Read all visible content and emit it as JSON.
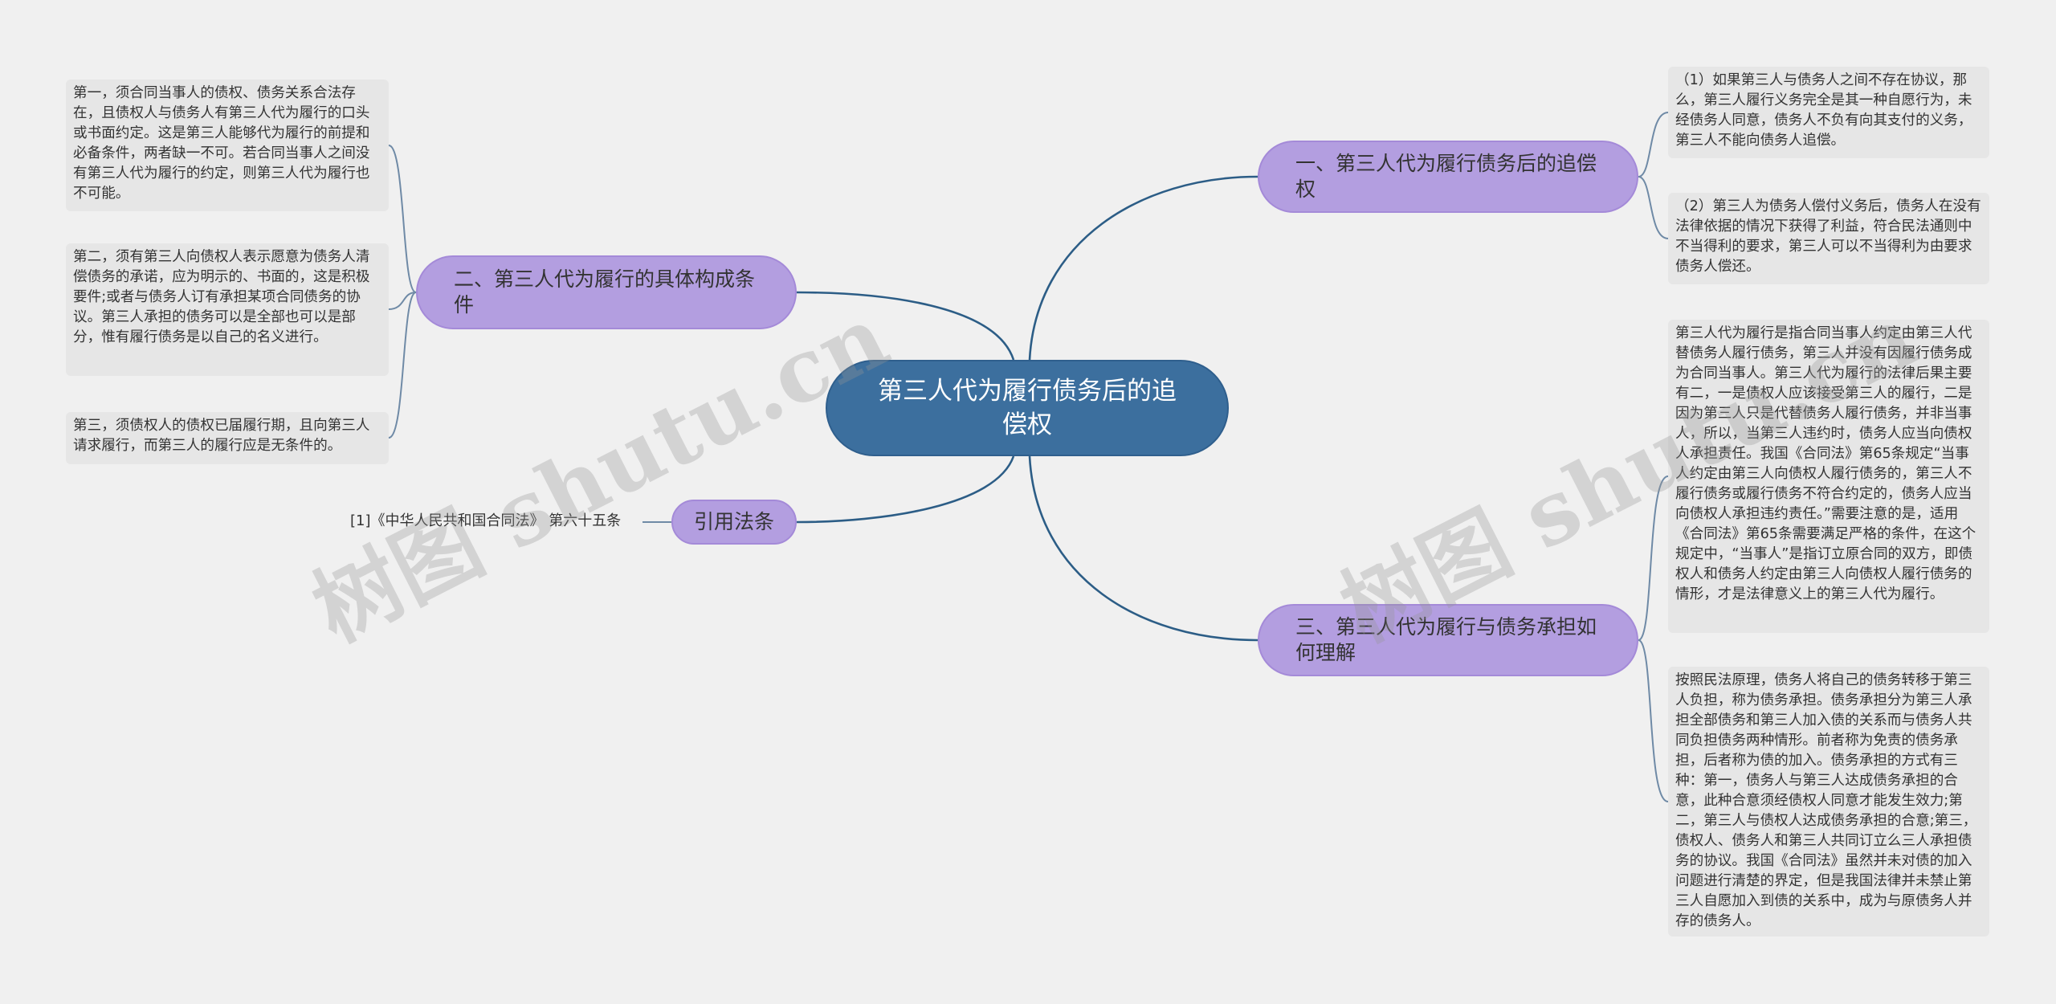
{
  "root": {
    "title": "第三人代为履行债务后的追偿权"
  },
  "branches": [
    {
      "label": "一、第三人代为履行债务后的追偿权"
    },
    {
      "label": "二、第三人代为履行的具体构成条件"
    },
    {
      "label": "引用法条"
    },
    {
      "label": "三、第三人代为履行与债务承担如何理解"
    }
  ],
  "leaves": [
    {
      "text": "（1）如果第三人与债务人之间不存在协议，那么，第三人履行义务完全是其一种自愿行为，未经债务人同意，债务人不负有向其支付的义务，第三人不能向债务人追偿。"
    },
    {
      "text": "（2）第三人为债务人偿付义务后，债务人在没有法律依据的情况下获得了利益，符合民法通则中不当得利的要求，第三人可以不当得利为由要求债务人偿还。"
    },
    {
      "text": "第三人代为履行是指合同当事人约定由第三人代替债务人履行债务，第三人并没有因履行债务成为合同当事人。第三人代为履行的法律后果主要有二，一是债权人应该接受第三人的履行，二是因为第三人只是代替债务人履行债务，并非当事人，所以，当第三人违约时，债务人应当向债权人承担责任。我国《合同法》第65条规定“当事人约定由第三人向债权人履行债务的，第三人不履行债务或履行债务不符合约定的，债务人应当向债权人承担违约责任。”需要注意的是，适用《合同法》第65条需要满足严格的条件，在这个规定中，“当事人”是指订立原合同的双方，即债权人和债务人约定由第三人向债权人履行债务的情形，才是法律意义上的第三人代为履行。"
    },
    {
      "text": "按照民法原理，债务人将自己的债务转移于第三人负担，称为债务承担。债务承担分为第三人承担全部债务和第三人加入债的关系而与债务人共同负担债务两种情形。前者称为免责的债务承担，后者称为债的加入。债务承担的方式有三种：第一，债务人与第三人达成债务承担的合意，此种合意须经债权人同意才能发生效力;第二，第三人与债权人达成债务承担的合意;第三，债权人、债务人和第三人共同订立么三人承担债务的协议。我国《合同法》虽然并未对债的加入问题进行清楚的界定，但是我国法律并未禁止第三人自愿加入到债的关系中，成为与原债务人并存的债务人。"
    },
    {
      "text": "第一，须合同当事人的债权、债务关系合法存在，且债权人与债务人有第三人代为履行的口头或书面约定。这是第三人能够代为履行的前提和必备条件，两者缺一不可。若合同当事人之间没有第三人代为履行的约定，则第三人代为履行也不可能。"
    },
    {
      "text": "第二，须有第三人向债权人表示愿意为债务人清偿债务的承诺，应为明示的、书面的，这是积极要件;或者与债务人订有承担某项合同债务的协议。第三人承担的债务可以是全部也可以是部分，惟有履行债务是以自己的名义进行。"
    },
    {
      "text": "第三，须债权人的债权已届履行期，且向第三人请求履行，而第三人的履行应是无条件的。"
    },
    {
      "text": "[1]《中华人民共和国合同法》 第六十五条"
    }
  ],
  "watermark": {
    "text": "树图 shutu.cn"
  }
}
